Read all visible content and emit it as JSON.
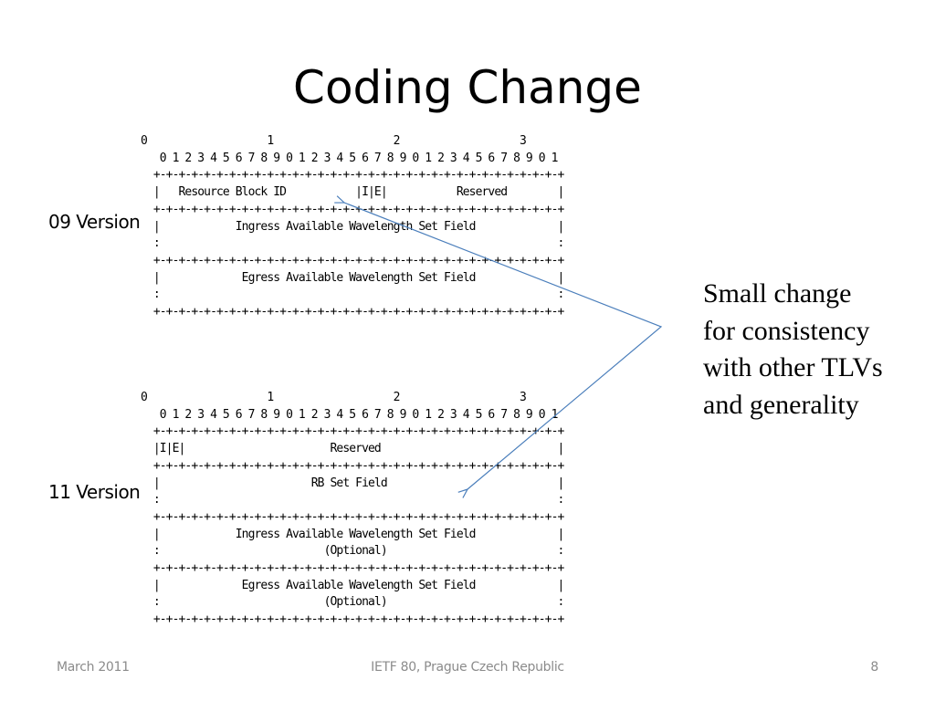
{
  "slide": {
    "title": "Coding Change",
    "diagram_09": {
      "label": "09 Version",
      "lines": [
        "0                   1                   2                   3",
        "   0 1 2 3 4 5 6 7 8 9 0 1 2 3 4 5 6 7 8 9 0 1 2 3 4 5 6 7 8 9 0 1",
        "  +-+-+-+-+-+-+-+-+-+-+-+-+-+-+-+-+-+-+-+-+-+-+-+-+-+-+-+-+-+-+-+-+",
        "  |   Resource Block ID           |I|E|           Reserved        |",
        "  +-+-+-+-+-+-+-+-+-+-+-+-+-+-+-+-+-+-+-+-+-+-+-+-+-+-+-+-+-+-+-+-+",
        "  |            Ingress Available Wavelength Set Field             |",
        "  :                                                               :",
        "  +-+-+-+-+-+-+-+-+-+-+-+-+-+-+-+-+-+-+-+-+-+-+-+-+-+-+-+-+-+-+-+-+",
        "  |             Egress Available Wavelength Set Field             |",
        "  :                                                               :",
        "  +-+-+-+-+-+-+-+-+-+-+-+-+-+-+-+-+-+-+-+-+-+-+-+-+-+-+-+-+-+-+-+-+"
      ]
    },
    "diagram_11": {
      "label": "11 Version",
      "lines": [
        "0                   1                   2                   3",
        "   0 1 2 3 4 5 6 7 8 9 0 1 2 3 4 5 6 7 8 9 0 1 2 3 4 5 6 7 8 9 0 1",
        "  +-+-+-+-+-+-+-+-+-+-+-+-+-+-+-+-+-+-+-+-+-+-+-+-+-+-+-+-+-+-+-+-+",
        "  |I|E|                       Reserved                            |",
        "  +-+-+-+-+-+-+-+-+-+-+-+-+-+-+-+-+-+-+-+-+-+-+-+-+-+-+-+-+-+-+-+-+",
        "  |                        RB Set Field                           |",
        "  :                                                               :",
        "  +-+-+-+-+-+-+-+-+-+-+-+-+-+-+-+-+-+-+-+-+-+-+-+-+-+-+-+-+-+-+-+-+",
        "  |            Ingress Available Wavelength Set Field             |",
        "  :                          (Optional)                           :",
        "  +-+-+-+-+-+-+-+-+-+-+-+-+-+-+-+-+-+-+-+-+-+-+-+-+-+-+-+-+-+-+-+-+",
        "  |             Egress Available Wavelength Set Field             |",
        "  :                          (Optional)                           :",
        "  +-+-+-+-+-+-+-+-+-+-+-+-+-+-+-+-+-+-+-+-+-+-+-+-+-+-+-+-+-+-+-+-+"
      ]
    },
    "note_lines": [
      "Small change",
      "for consistency",
      "with other TLVs",
      "and generality"
    ],
    "arrow_color": "#4a7ebb"
  },
  "footer": {
    "date": "March 2011",
    "event": "IETF 80, Prague Czech Republic",
    "page": "8"
  }
}
